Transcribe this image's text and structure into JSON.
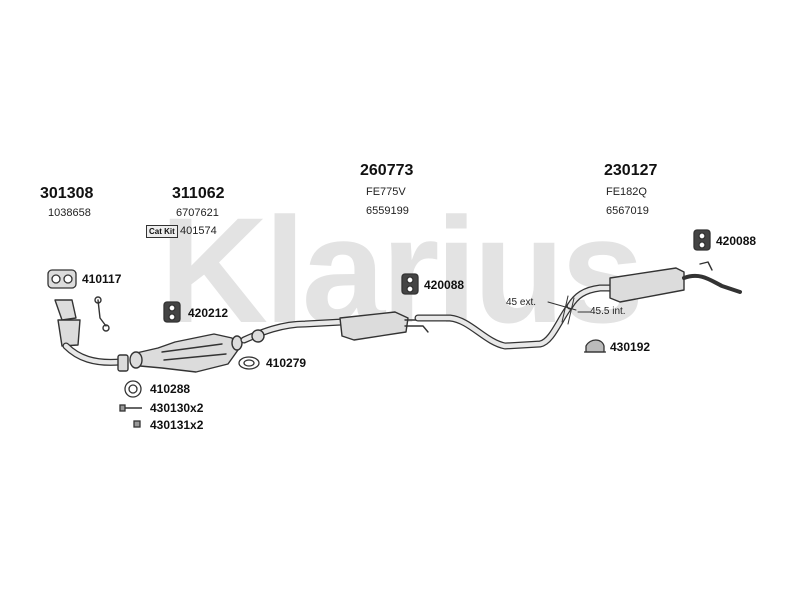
{
  "watermark": "Klarius",
  "groups": [
    {
      "main": "301308",
      "sub": "1038658"
    },
    {
      "main": "311062",
      "sub": "6707621"
    },
    {
      "main": "260773",
      "sub": "FE775V",
      "sub2": "6559199"
    },
    {
      "main": "230127",
      "sub": "FE182Q",
      "sub2": "6567019"
    }
  ],
  "cat_kit": {
    "badge": "Cat Kit",
    "number": "401574"
  },
  "parts": {
    "gasket_410117": "410117",
    "mount_420212": "420212",
    "ring_410279": "410279",
    "mount_420088_mid": "420088",
    "mount_420088_right": "420088",
    "clamp_430192": "430192",
    "ring_410288": "410288",
    "bolt_430130": "430130x2",
    "nut_430131": "430131x2"
  },
  "dimensions": {
    "ext": "45 ext.",
    "int": "45.5 int."
  },
  "colors": {
    "watermark": "#e3e3e3",
    "line": "#333333",
    "fill": "#dcdcdc"
  }
}
